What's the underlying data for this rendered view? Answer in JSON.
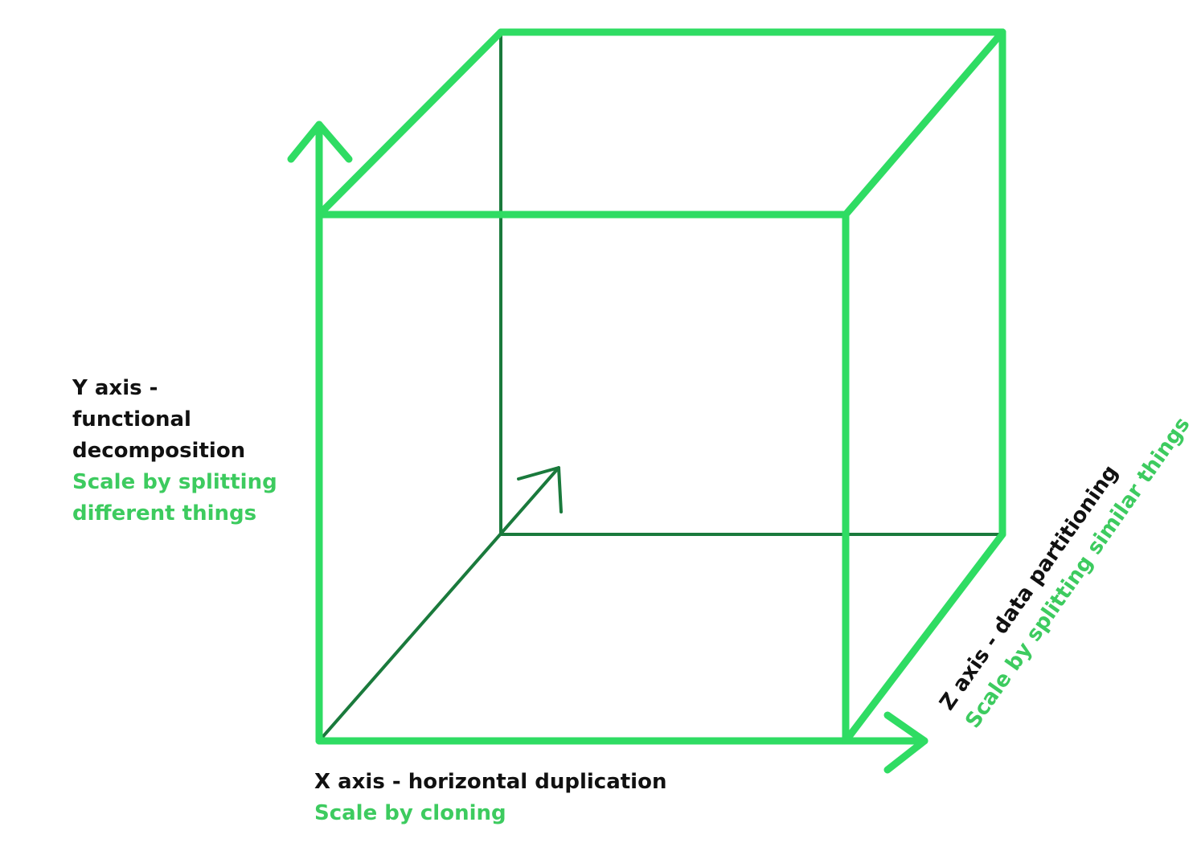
{
  "colors": {
    "edge_bright": "#2fdc63",
    "edge_dark": "#1a7a3c",
    "text_dark": "#111111",
    "text_green": "#3dcb5f"
  },
  "y_axis": {
    "title_lines": [
      "Y axis -",
      "functional",
      "decomposition"
    ],
    "subtitle_lines": [
      "Scale by splitting",
      "different things"
    ]
  },
  "x_axis": {
    "title": "X axis - horizontal duplication",
    "subtitle": "Scale by cloning"
  },
  "z_axis": {
    "title": "Z axis - data partitioning",
    "subtitle": "Scale by splitting similar things"
  }
}
